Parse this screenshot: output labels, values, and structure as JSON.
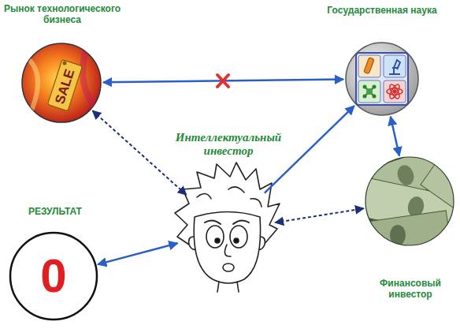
{
  "diagram": {
    "nodes": [
      {
        "text": [
          "Рынок технологического бизнеса",
          "SALE"
        ]
      },
      {
        "text": [
          "Государственная наука"
        ]
      },
      {
        "text": [
          "Интеллектуальный инвестор"
        ]
      },
      {
        "text": [
          "Финансовый инвестор"
        ]
      },
      {
        "text": [
          "РЕЗУЛЬТАТ",
          "0"
        ]
      }
    ],
    "edges": [
      {
        "from": 0,
        "to": 1,
        "arrow": "both"
      },
      {
        "from": 0,
        "to": 2,
        "arrow": "both"
      },
      {
        "from": 2,
        "to": 1,
        "arrow": "to"
      },
      {
        "from": 1,
        "to": 3,
        "arrow": "both"
      },
      {
        "from": 2,
        "to": 3,
        "arrow": "both"
      },
      {
        "from": 2,
        "to": 4,
        "arrow": "both"
      }
    ]
  }
}
